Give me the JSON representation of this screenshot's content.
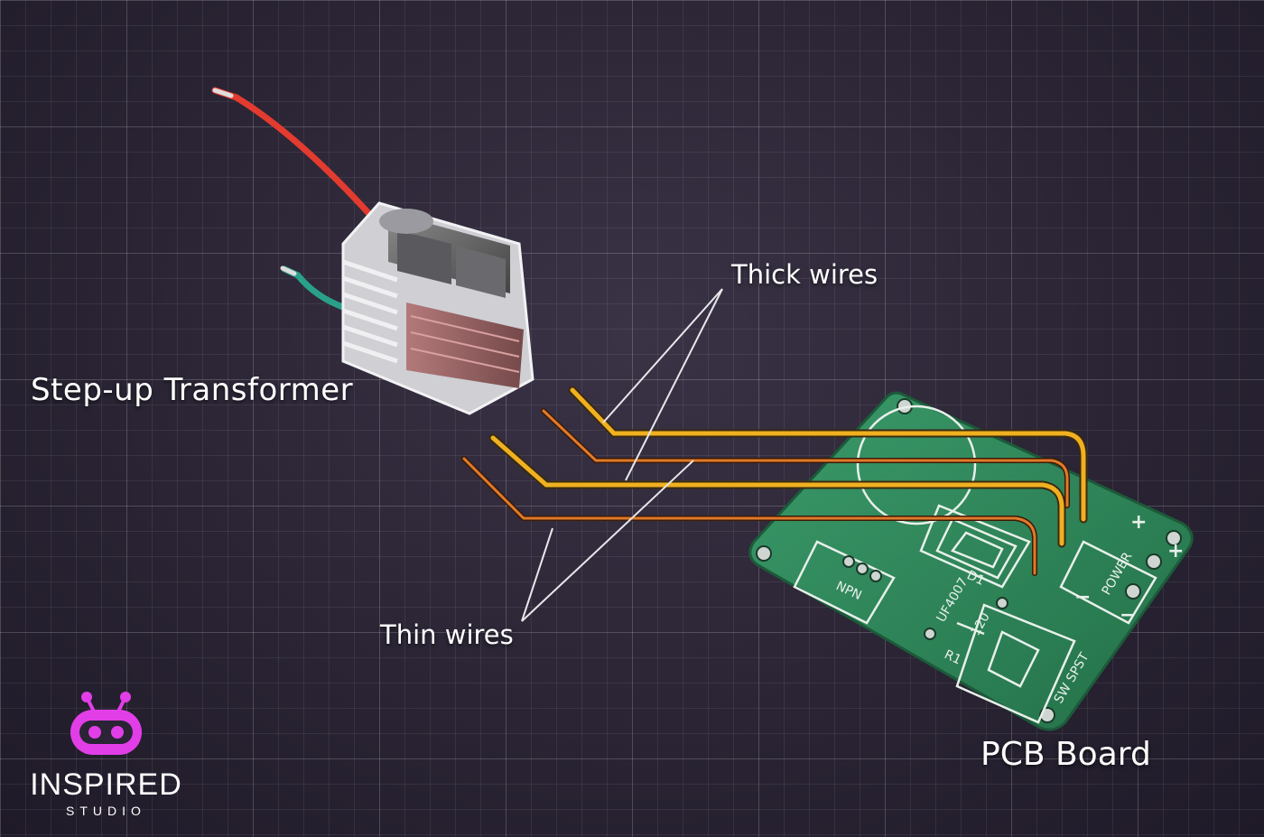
{
  "labels": {
    "transformer": "Step-up Transformer",
    "thick_wires": "Thick wires",
    "thin_wires": "Thin wires",
    "pcb_board": "PCB Board"
  },
  "pcb_silkscreen": {
    "npn": "NPN",
    "d1": "D1",
    "diode": "UF4007",
    "r1": "R1",
    "resistor": "120",
    "switch": "SW SPST",
    "power": "POWER",
    "plus": "+",
    "minus": "−"
  },
  "logo": {
    "name": "INSPIRED",
    "sub": "STUDIO"
  },
  "colors": {
    "background": "#2a2434",
    "pcb": "#2f8a5c",
    "thick_wire": "#f0b020",
    "thin_wire": "#e07a2a",
    "logo": "#e23ee8",
    "red_lead": "#e33b2f",
    "green_lead": "#2aa08a"
  }
}
